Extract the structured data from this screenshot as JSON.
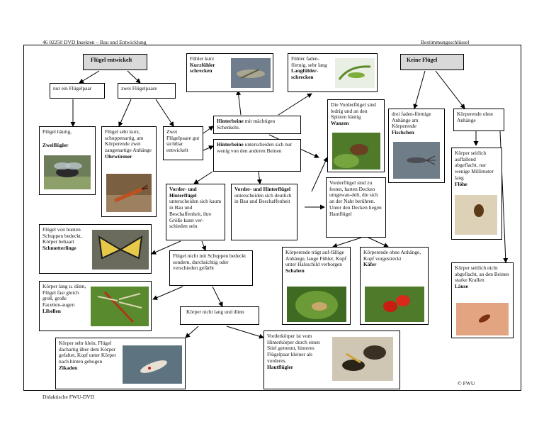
{
  "header": {
    "left": "46 02250 DVD Insekten – Bau und Entwicklung",
    "right": "Bestimmungsschlüssel"
  },
  "footer": {
    "left": "Didaktische FWU-DVD",
    "copyright": "© FWU"
  },
  "nodes": {
    "fluegel_entwickelt": "Flügel entwickelt",
    "keine_fluegel": "Keine Flügel",
    "ein_paar": "nur ein Flügelpaar",
    "zwei_paare": "zwei Flügelpaare",
    "zweifluegler_text": "Flügel häutig,",
    "zweifluegler_name": "Zweiflügler",
    "ohrwuermer_text": "Flügel sehr kurz, schuppenartig, am Körperende zwei zangenartige Anhänge",
    "ohrwuermer_name": "Ohrwürmer",
    "zwei_sichtbar": "Zwei Flügelpaare gut sichtbar entwickelt",
    "kurzfuehler_text": "Fühler kurz",
    "kurzfuehler_name": "Kurzfühler schrecken",
    "langfuehler_text": "Fühler faden-förmig, sehr lang",
    "langfuehler_name": "Langfühler-schrecken",
    "hinterbeine_maechtig_bold": "Hinterbeine",
    "hinterbeine_maechtig_rest": " mit mächtigen Schenkeln.",
    "hinterbeine_wenig_bold": "Hinterbeine",
    "hinterbeine_wenig_rest": " unterscheiden sich nur wenig von den anderen Beinen",
    "wanzen_text": "Die Vorderflügel sind ledrig und an den Spitzen häutig",
    "wanzen_name": "Wanzen",
    "fischchen_text": "drei faden-förmige Anhänge am Körperende",
    "fischchen_name": "Fischchen",
    "ohne_anhaenge": "Körperende ohne Anhänge",
    "floehe_text": "Körper seitlich auffallend abgeflacht, nur wenige Millimeter lang",
    "floehe_name": "Flöhe",
    "vh_kaum_bold": "Vorder- und Hinterflügel",
    "vh_kaum_rest": " unterscheiden sich kaum in Bau und Beschaffenheit, ihre Größe kann ver-schieden sein",
    "vh_deutlich_bold": "Vorder- und Hinterflügel",
    "vh_deutlich_rest": " unterscheiden sich deutlich in Bau und Beschaffenheit",
    "decken": "Vorderflügel sind zu festen, harten Decken umgewan-delt, die sich an der Naht berühren. Unter den Decken liegen Hautflügel",
    "schmetterlinge_text": "Flügel von bunten Schuppen bedeckt, Körper behaart",
    "schmetterlinge_name": "Schmetterlinge",
    "nicht_schuppen": "Flügel nicht mit Schuppen bedeckt sondern, durchsichtig oder verschieden gefärbt",
    "schaben_text": "Körperende trägt auf-fällige Anhänge, lange Fühler, Kopf unter Halsschild verborgen",
    "schaben_name": "Schaben",
    "kaefer_text": "Körperende ohne Anhänge, Kopf vorgestreckt",
    "kaefer_name": "Käfer",
    "laeuse_text": "Körper seitlich nicht abgeflacht, an den Beinen starke Krallen",
    "laeuse_name": "Läuse",
    "libellen_text": "Körper lang u. dünn, Flügel fast gleich groß, große Facetten-augen",
    "libellen_name": "Libellen",
    "nicht_lang": "Körper nicht lang und dünn",
    "zikaden_text": "Körper sehr klein, Flügel dachartig über dem Körper gefaltet, Kopf unter Körper nach hinten gebogen",
    "zikaden_name": "Zikaden",
    "hautfluegler_text": "Vorderkörper ist vom Hinterkörper durch einen Stiel getrennt, hinteres Flügelpaar kleiner als vorderes.",
    "hautfluegler_name": "Hautflügler"
  },
  "colors": {
    "shade": "#d9d9d9",
    "line": "#000000"
  }
}
